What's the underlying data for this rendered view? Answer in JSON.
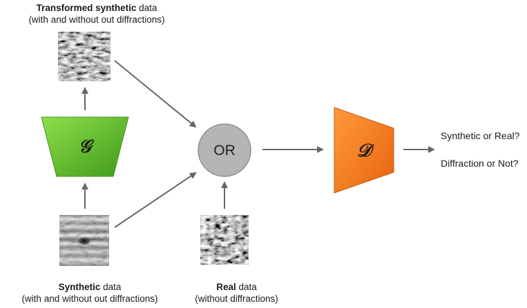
{
  "captions": {
    "transformed": {
      "bold": "Transformed synthetic",
      "rest": " data",
      "line2": "(with and without out diffractions)"
    },
    "synthetic": {
      "bold": "Synthetic",
      "rest": " data",
      "line2": "(with and without out diffractions)"
    },
    "real": {
      "bold": "Real",
      "rest": " data",
      "line2": "(without diffractions)"
    }
  },
  "nodes": {
    "generator": {
      "label": "𝒢",
      "color": "#5cb82a"
    },
    "discriminator": {
      "label": "𝒟",
      "color": "#f07a1e"
    },
    "combiner": {
      "label": "OR",
      "color": "#b5b5b5"
    }
  },
  "outputs": {
    "question1": "Synthetic or Real?",
    "question2": "Diffraction or Not?"
  },
  "colors": {
    "arrow": "#666666"
  }
}
